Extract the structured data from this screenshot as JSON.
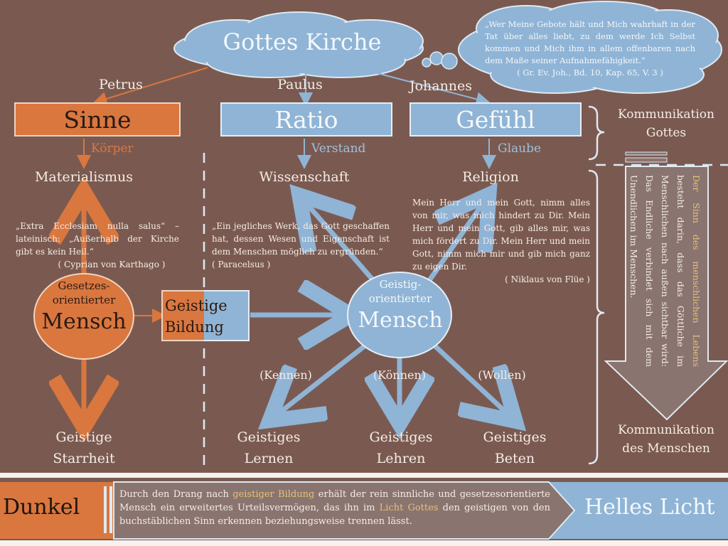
{
  "cloud": {
    "title": "Gottes Kirche"
  },
  "apostles": {
    "petrus": "Petrus",
    "paulus": "Paulus",
    "johannes": "Johannes"
  },
  "boxes": {
    "sinne": "Sinne",
    "ratio": "Ratio",
    "gefuehl": "Gefühl"
  },
  "subs": {
    "koerper": "Körper",
    "verstand": "Verstand",
    "glaube": "Glaube"
  },
  "columns": {
    "materialismus": "Materialismus",
    "wissenschaft": "Wissenschaft",
    "religion": "Religion"
  },
  "top_quote": {
    "text": "„Wer Meine Gebote hält und Mich wahrhaft in der Tat über alles liebt, zu dem werde Ich Selbst kommen und Mich ihm in allem offenbaren nach dem Maße seiner Aufnahmefähigkeit.“",
    "source": "( Gr. Ev. Joh., Bd. 10, Kap. 65, V. 3 )"
  },
  "quote_left": {
    "text": "„Extra Ecclesiam nulla salus“ – lateinisch: „Außerhalb der Kirche gibt es kein Heil.“",
    "source": "( Cyprian von Karthago )"
  },
  "quote_mid": {
    "text": "„Ein jegliches Werk, das Gott geschaffen hat, dessen Wesen und Eigenschaft ist dem Menschen möglich zu ergründen.“",
    "source": "( Paracelsus )"
  },
  "quote_right": {
    "text": "Mein Herr und mein Gott, nimm alles von mir, was mich hindert zu Dir. Mein Herr und mein Gott, gib alles mir, was mich fördert zu Dir. Mein Herr und mein Gott, nimm mich mir und gib mich ganz zu eigen Dir.",
    "source": "( Niklaus von Flüe )"
  },
  "left_circle": {
    "line1": "Gesetzes-",
    "line2": "orientierter",
    "line3": "Mensch"
  },
  "right_circle": {
    "line1": "Geistig-",
    "line2": "orientierter",
    "line3": "Mensch"
  },
  "bildung": {
    "line1": "Geistige",
    "line2": "Bildung"
  },
  "actions": {
    "kennen": "(Kennen)",
    "koennen": "(Können)",
    "wollen": "(Wollen)"
  },
  "bottom_labels": {
    "starrheit": [
      "Geistige",
      "Starrheit"
    ],
    "lernen": [
      "Geistiges",
      "Lernen"
    ],
    "lehren": [
      "Geistiges",
      "Lehren"
    ],
    "beten": [
      "Geistiges",
      "Beten"
    ]
  },
  "communication": {
    "gottes": [
      "Kommunikation",
      "Gottes"
    ],
    "menschen": [
      "Kommunikation",
      "des Menschen"
    ]
  },
  "side_text": {
    "part1": "Der Sinn des menschlichen Lebens",
    "part2": "besteht darin, dass das Göttliche im Menschlichen nach außen sichtbar wird: Das Endliche verbindet sich mit dem Unendlichen im Menschen."
  },
  "footer": {
    "dunkel": "Dunkel",
    "licht": "Helles Licht",
    "text_a": "Durch den Drang nach",
    "highlight1": "geistiger Bildung",
    "text_b": "erhält der rein sinnliche und gesetzesorientierte Mensch ein erweitertes Urteilsvermögen, das ihn im",
    "highlight2": "Licht Gottes",
    "text_c": "den geistigen von den buchstäblichen Sinn erkennen beziehungsweise trennen lässt."
  },
  "colors": {
    "background": "#7a5a50",
    "orange": "#d9773f",
    "blue": "#8fb4d6",
    "highlight": "#e3c27a",
    "gray_arrow": "#8a7470"
  }
}
